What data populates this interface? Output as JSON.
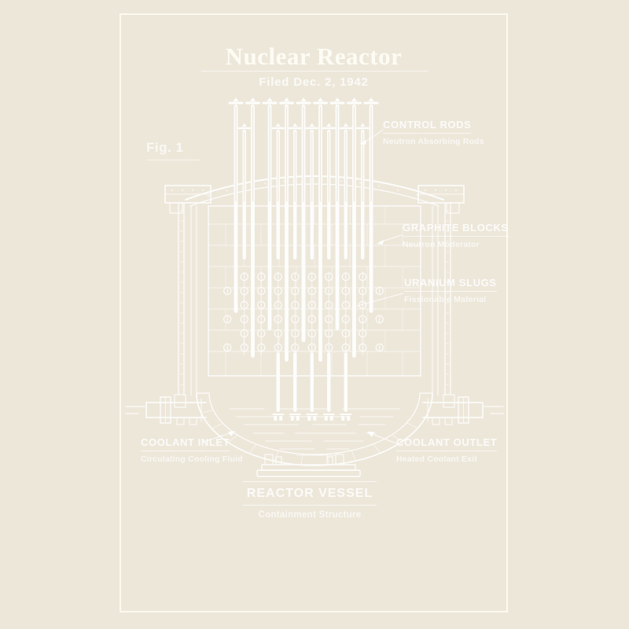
{
  "page": {
    "background": "#EDE7DA",
    "ink": "#FFFFFF",
    "frame_color": "#FCFAF0"
  },
  "header": {
    "title": "Nuclear Reactor",
    "subtitle": "Filed Dec. 2, 1942"
  },
  "figure_label": "Fig. 1",
  "callouts": {
    "control_rods": {
      "title": "CONTROL RODS",
      "subtitle": "Neutron Absorbing Rods"
    },
    "graphite_blocks": {
      "title": "GRAPHITE BLOCKS",
      "subtitle": "Neutron Moderator"
    },
    "uranium_slugs": {
      "title": "URANIUM SLUGS",
      "subtitle": "Fissionable Material"
    },
    "coolant_inlet": {
      "title": "COOLANT INLET",
      "subtitle": "Circulating Cooling Fluid"
    },
    "coolant_outlet": {
      "title": "COOLANT OUTLET",
      "subtitle": "Heated Coolant Exit"
    },
    "reactor_vessel": {
      "title": "REACTOR VESSEL",
      "subtitle": "Containment Structure"
    }
  }
}
